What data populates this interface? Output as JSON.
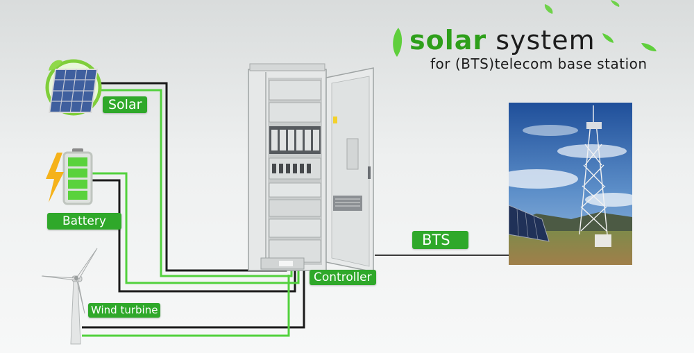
{
  "title": {
    "highlight": "solar",
    "rest": " system",
    "subtitle": "for (BTS)telecom base station"
  },
  "labels": {
    "solar": "Solar",
    "battery": "Battery",
    "wind": "Wind turbine",
    "controller": "Controller",
    "bts": "BTS"
  },
  "colors": {
    "accent_green": "#2fa82a",
    "wire_green": "#52d13d",
    "wire_dark": "#1a1a1a"
  }
}
